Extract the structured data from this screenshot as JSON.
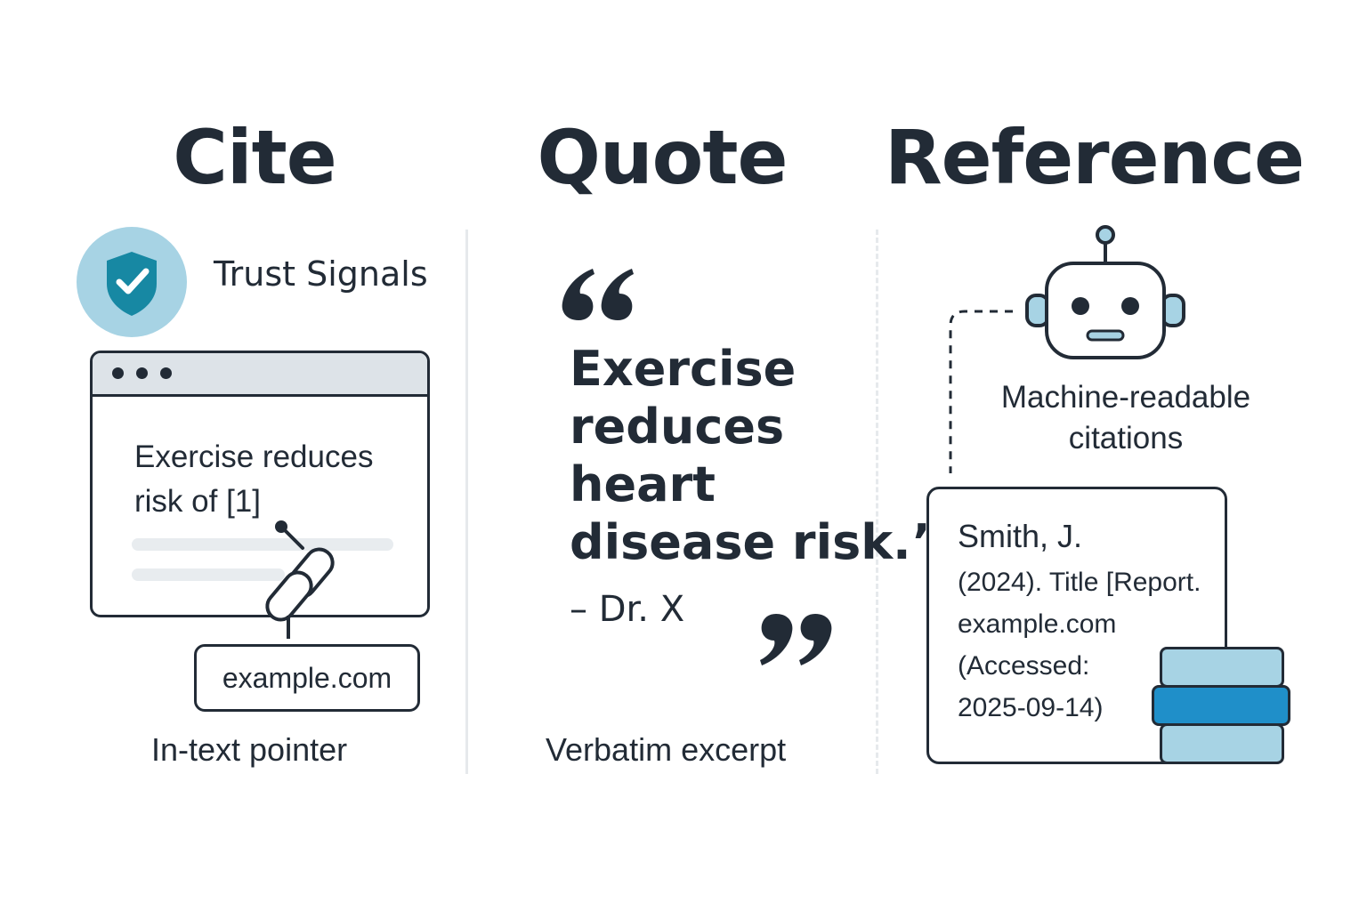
{
  "columns": {
    "cite": {
      "title": "Cite",
      "trust_label": "Trust Signals",
      "browser_text_line1": "Exercise reduces",
      "browser_text_line2": "risk of [1]",
      "url": "example.com",
      "caption": "In-text pointer"
    },
    "quote": {
      "title": "Quote",
      "quote_lines": [
        "Exercise",
        "reduces",
        "heart",
        "disease risk.”"
      ],
      "author": "– Dr. X",
      "caption": "Verbatim excerpt"
    },
    "reference": {
      "title": "Reference",
      "robot_label_line1": "Machine-readable",
      "robot_label_line2": "citations",
      "ref_lines": [
        "Smith, J.",
        "(2024). Title [Report.",
        "example.com",
        "(Accessed:",
        "2025-09-14)"
      ]
    }
  },
  "icons": [
    "shield-check-icon",
    "window-dots-icon",
    "chain-link-icon",
    "open-quote-icon",
    "close-quote-icon",
    "robot-icon",
    "books-stack-icon"
  ],
  "colors": {
    "text": "#222b36",
    "accent_blue": "#1f8fc9",
    "light_blue": "#a7d3e4",
    "teal": "#1788a3",
    "gray_bar": "#dde3e8"
  }
}
